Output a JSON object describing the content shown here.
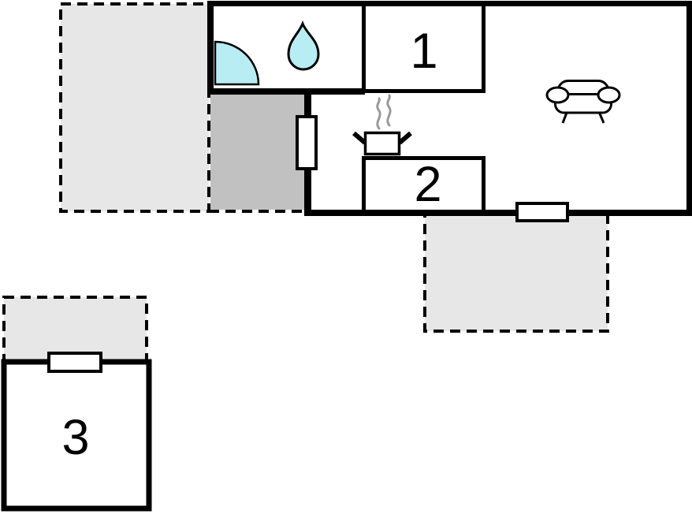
{
  "diagram": {
    "type": "floor-plan",
    "rooms": [
      {
        "id": "room-1",
        "label": "1"
      },
      {
        "id": "room-2",
        "label": "2"
      },
      {
        "id": "room-3",
        "label": "3"
      }
    ],
    "features": {
      "terraces": 3,
      "windows": 3,
      "icons": [
        "door-swing-icon",
        "water-drop-icon",
        "cooking-pot-icon",
        "steam-icon",
        "sofa-icon"
      ]
    },
    "colors": {
      "wall": "#000000",
      "terrace_fill": "#e7e7e7",
      "hall_fill": "#c1c1c1",
      "water_fill": "#b9edf4",
      "steam_stroke": "#999999",
      "floor_fill": "#ffffff"
    }
  }
}
